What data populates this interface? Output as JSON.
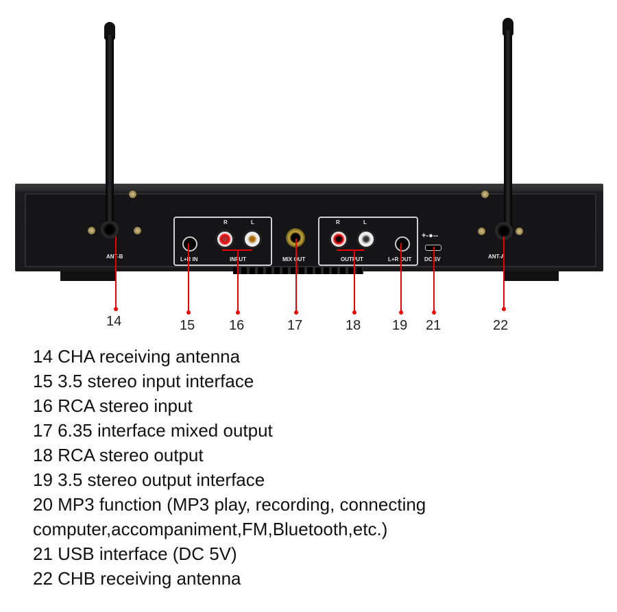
{
  "panel": {
    "ant_b": "ANT-B",
    "ant_a": "ANT-A",
    "lr_in": "L+R IN",
    "input": "INPUT",
    "mix_out": "MIX OUT",
    "output": "OUTPUT",
    "lr_out": "L+R OUT",
    "dc": "DC 5V",
    "r": "R",
    "l": "L"
  },
  "callouts": [
    "14",
    "15",
    "16",
    "17",
    "18",
    "19",
    "21",
    "22"
  ],
  "items": [
    "14 CHA receiving antenna",
    "15 3.5 stereo input interface",
    "16 RCA stereo input",
    "17 6.35 interface mixed output",
    "18 RCA stereo output",
    "19 3.5 stereo output interface",
    "20 MP3 function (MP3 play, recording, connecting",
    "computer,accompaniment,FM,Bluetooth,etc.)",
    "21 USB interface (DC 5V)",
    "22 CHB receiving antenna"
  ],
  "colors": {
    "callout": "#e00000"
  }
}
